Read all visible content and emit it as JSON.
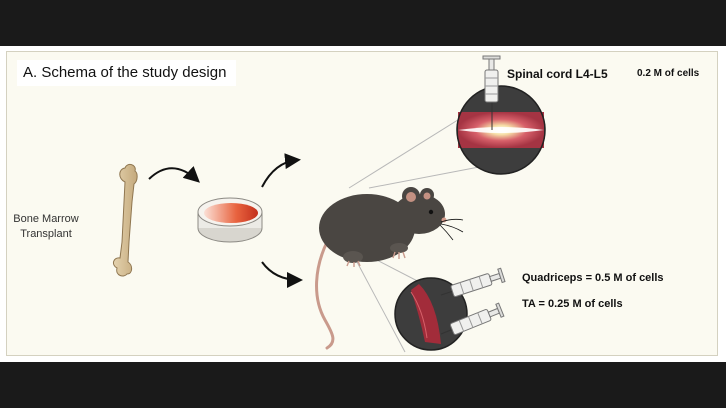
{
  "title": "A. Schema of the study design",
  "transplant_label": [
    "Bone Marrow",
    "Transplant"
  ],
  "injections": {
    "spinal_site": "Spinal cord L4-L5",
    "spinal_dose": "0.2 M of cells",
    "quadriceps": "Quadriceps = 0.5 M of cells",
    "ta": "TA = 0.25 M of cells"
  },
  "colors": {
    "background": "#fbfaf1",
    "cells": "#d6452a",
    "mouse": "#4a4642",
    "tissue": "#a22c3a"
  }
}
